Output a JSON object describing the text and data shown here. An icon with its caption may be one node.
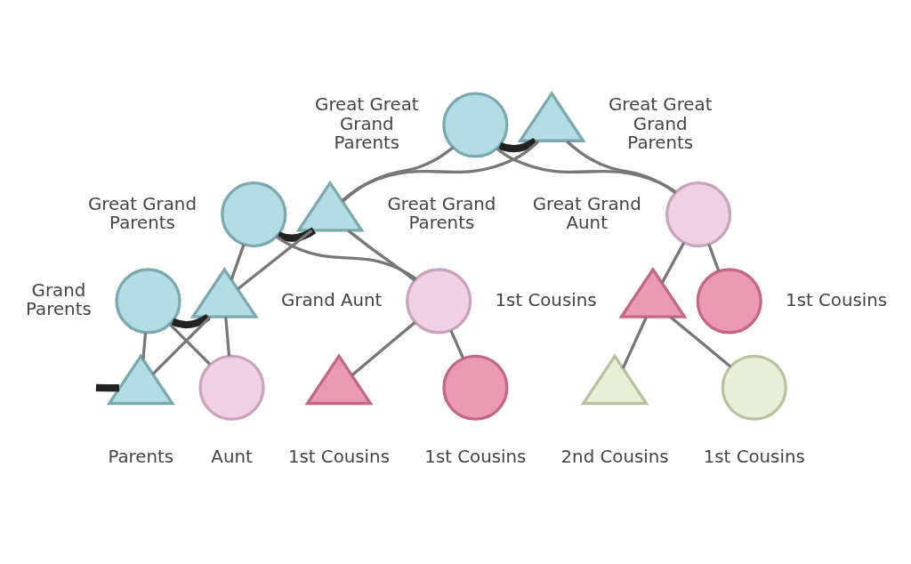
{
  "diagram": {
    "nodes": [
      {
        "text": [],
        "shape": "circle",
        "beside": [
          "Great Great Grand Parents"
        ]
      },
      {
        "text": [],
        "shape": "triangle",
        "beside": [
          "Great Great Grand Parents"
        ]
      },
      {
        "text": [],
        "shape": "circle",
        "beside": [
          "Great Grand Parents"
        ]
      },
      {
        "text": [],
        "shape": "triangle",
        "beside": [
          "Great Grand Parents"
        ]
      },
      {
        "text": [],
        "shape": "circle",
        "beside": [
          "Great Grand Aunt"
        ]
      },
      {
        "text": [],
        "shape": "circle",
        "beside": [
          "Grand Parents"
        ]
      },
      {
        "text": [],
        "shape": "triangle"
      },
      {
        "text": [],
        "shape": "circle",
        "beside": [
          "Grand Aunt"
        ]
      },
      {
        "text": [],
        "shape": "triangle",
        "beside": [
          "1st Cousins"
        ]
      },
      {
        "text": [],
        "shape": "circle",
        "beside": [
          "1st Cousins"
        ]
      },
      {
        "text": [],
        "shape": "triangle",
        "beside": [
          "Parents"
        ]
      },
      {
        "text": [],
        "shape": "circle",
        "beside": [
          "Aunt"
        ]
      },
      {
        "text": [],
        "shape": "triangle",
        "beside": [
          "1st Cousins"
        ]
      },
      {
        "text": [],
        "shape": "circle",
        "beside": [
          "1st Cousins"
        ]
      },
      {
        "text": [],
        "shape": "triangle",
        "beside": [
          "2nd Cousins"
        ]
      },
      {
        "text": [],
        "shape": "circle",
        "beside": [
          "1st Cousins"
        ]
      }
    ],
    "edges": [
      {
        "from": 0,
        "to": 1,
        "arrow": "none",
        "style": "thick",
        "color": "#222222"
      },
      {
        "from": 0,
        "to": 3,
        "arrow": "none"
      },
      {
        "from": 1,
        "to": 3,
        "arrow": "none"
      },
      {
        "from": 0,
        "to": 4,
        "arrow": "none"
      },
      {
        "from": 1,
        "to": 4,
        "arrow": "none"
      },
      {
        "from": 2,
        "to": 3,
        "arrow": "none",
        "style": "thick",
        "color": "#222222"
      },
      {
        "from": 2,
        "to": 6,
        "arrow": "none"
      },
      {
        "from": 3,
        "to": 6,
        "arrow": "none"
      },
      {
        "from": 2,
        "to": 7,
        "arrow": "none"
      },
      {
        "from": 3,
        "to": 7,
        "arrow": "none"
      },
      {
        "from": 4,
        "to": 8,
        "arrow": "none"
      },
      {
        "from": 4,
        "to": 9,
        "arrow": "none"
      },
      {
        "from": 5,
        "to": 6,
        "arrow": "none",
        "style": "thick",
        "color": "#222222"
      },
      {
        "from": 5,
        "to": 10,
        "arrow": "none"
      },
      {
        "from": 6,
        "to": 10,
        "arrow": "none"
      },
      {
        "from": 5,
        "to": 11,
        "arrow": "none"
      },
      {
        "from": 6,
        "to": 11,
        "arrow": "none"
      },
      {
        "from": 7,
        "to": 12,
        "arrow": "none"
      },
      {
        "from": 7,
        "to": 13,
        "arrow": "none"
      },
      {
        "from": 8,
        "to": 14,
        "arrow": "none"
      },
      {
        "from": 8,
        "to": 15,
        "arrow": "none"
      },
      {
        "from": null,
        "to": 10,
        "arrow": "none",
        "style": "thick",
        "color": "#222222"
      }
    ]
  }
}
